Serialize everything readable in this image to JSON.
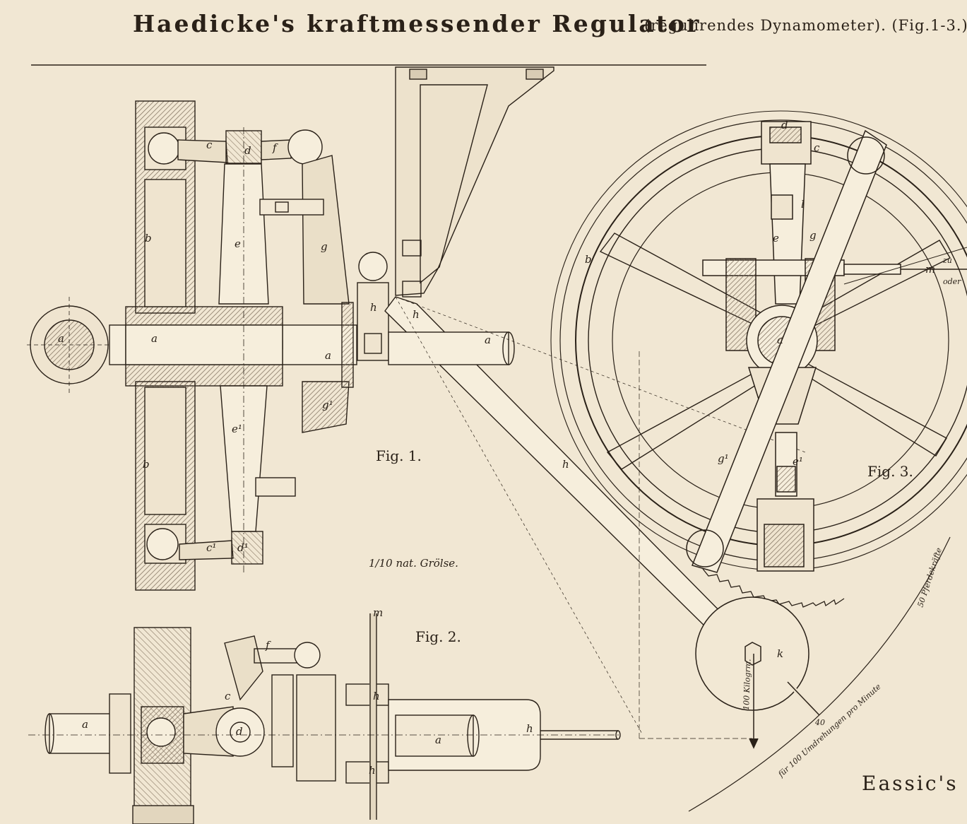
{
  "title": "Haedicke's kraftmessender Regulator",
  "subtitle": "(regulirendes Dynamometer). (Fig.1-3.)",
  "figures": {
    "fig1": "Fig. 1.",
    "fig2": "Fig. 2.",
    "fig3": "Fig. 3."
  },
  "scale_note": "1/10 nat. Grölse.",
  "fig3_scale": {
    "ps": "50 Pferdekräfte",
    "kg": "100 Kilogrm.",
    "rpm": "für 100 Umdrehungen pro Minute",
    "rpm_num": "40",
    "zu": "zu",
    "oder": "oder"
  },
  "corner_text": "Eassic's",
  "part_letters": {
    "a": "a",
    "b": "b",
    "c": "c",
    "d": "d",
    "e": "e",
    "f": "f",
    "g": "g",
    "h": "h",
    "k": "k",
    "l": "l",
    "m": "m",
    "c1": "c¹",
    "d1": "d¹",
    "e1": "e¹",
    "g1": "g¹"
  },
  "colors": {
    "paper": "#f1e7d3",
    "ink": "#2a2118",
    "hatch": "#7a6a58"
  }
}
